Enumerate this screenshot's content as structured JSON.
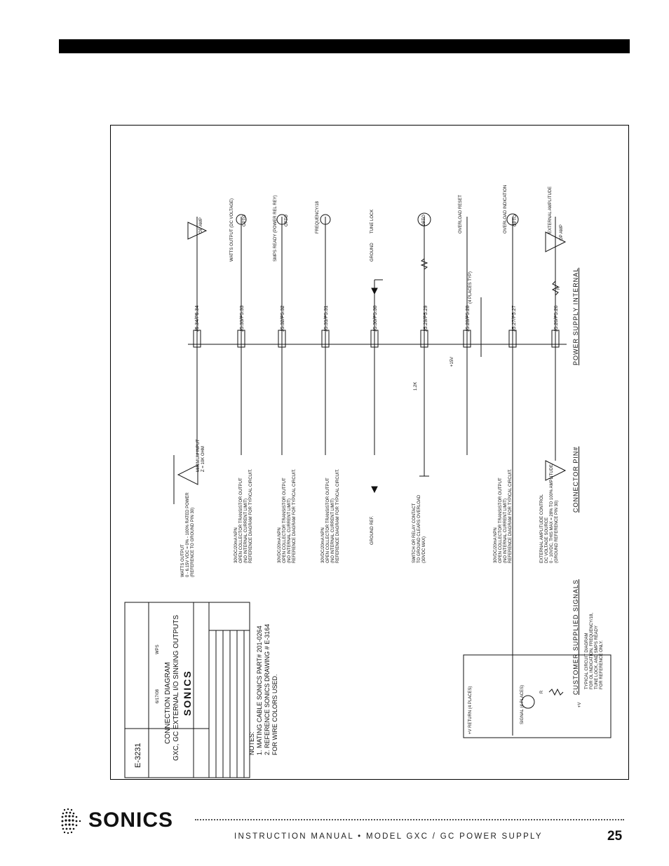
{
  "diagram": {
    "headers": {
      "power_supply_internal": "POWER SUPPLY INTERNAL",
      "connector_pin": "CONNECTOR PIN#",
      "customer_supplied": "CUSTOMER SUPPLIED SIGNALS"
    },
    "internal_signals": [
      {
        "label": "EXTERNAL AMPLITUDE",
        "component": "OP AMP",
        "pin": "J5.26/P5.26"
      },
      {
        "label": "OVERLOAD INDICATION",
        "component": "OPTO",
        "pin": "J5.27/P5.27"
      },
      {
        "label": "OVERLOAD RESET",
        "component": "+15V",
        "pin": "J5.28/P5.28"
      },
      {
        "label": "",
        "component": "1.2K",
        "pin": "J5.29/P5.29"
      },
      {
        "label": "GROUND",
        "component": "",
        "pin": "J5.30/P5.30"
      },
      {
        "label": "TUNE LOCK",
        "component": "OPTO",
        "pin": "J5.31/P5.31"
      },
      {
        "label": "FREQUENCY/18",
        "component": "OPTO",
        "pin": "J5.32/P5.32"
      },
      {
        "label": "SMPS READY (POWER REL REY)",
        "component": "OPTO",
        "pin": "J5.33/P5.33"
      },
      {
        "label": "WATTS OUTPUT (DC VOLTAGE)",
        "component": "OP AMP",
        "pin": "J5.34/P5.34"
      }
    ],
    "resistor_r": "R",
    "places_label": "(4 PLACES TYP)",
    "customer_notes": [
      [
        "EXTERNAL AMPLITUDE CONTROL",
        "DC VOLTAGE SOURCE",
        "0 - 10VDC, THIS MAX = 28% TO 100% AMPLITUDE",
        "(GROUND REFERENCE PIN 30)"
      ],
      [
        "30VDC/20mA NPN",
        "OPEN COLLECTOR TRANSISTOR OUTPUT",
        "(NO INTERNAL CURRENT LIMIT)",
        "REFERENCE DIAGRAM FOR TYPICAL CIRCUIT."
      ],
      [
        "SWITCH OR RELAY CONTACT",
        "TO GROUND CLEARS OVERLOAD",
        "(30VDC MAX)"
      ],
      [
        "GROUND REF."
      ],
      [
        "30VDC/20mA NPN",
        "OPEN COLLECTOR TRANSISTOR OUTPUT",
        "(NO INTERNAL CURRENT LIMIT)",
        "REFERENCE DIAGRAM FOR TYPICAL CIRCUIT."
      ],
      [
        "30VDC/20mA NPN",
        "OPEN COLLECTOR TRANSISTOR OUTPUT",
        "(NO INTERNAL CURRENT LIMIT)",
        "REFERENCE DIAGRAM FOR TYPICAL CIRCUIT."
      ],
      [
        "30VDC/20mA NPN",
        "OPEN COLLECTOR TRANSISTOR OUTPUT",
        "(NO INTERNAL CURRENT LIMIT)",
        "REFERENCE DIAGRAM FOR TYPICAL CIRCUIT."
      ],
      [
        "WATTS OUTPUT",
        "0 - 6.15V VDC = 0% - 100% RATED POWER",
        "(REFERENCE TO GROUND PIN 30)"
      ]
    ],
    "min_input": [
      "MINIMUM INPUT",
      "Z = 10K OHM"
    ],
    "typical_circuit": {
      "title": [
        "TYPICAL CIRCUIT DIAGRAM",
        "FOR OL INDICATION, FREQUENCY/18,",
        "TUNE LOCK, AND SMPS READY",
        "FOR REFERENCE ONLY."
      ],
      "plus_v": "+V",
      "r_label": "R",
      "signal": "SIGNAL (4 PLACES)",
      "return": "+V RETURN (4 PLACES)"
    },
    "notes": {
      "heading": "NOTES:",
      "items": [
        "1. MATING CABLE SONICS PART# 201-0264",
        "2. REFERENCE SONICS DRAWING # E-3164",
        "FOR WIRE COLORS USED."
      ]
    },
    "title_block": {
      "logo": "SONICS",
      "title_line1": "GXC, GC EXTERNAL I/O SINKING OUTPUTS",
      "title_line2": "CONNECTION DIAGRAM",
      "drawn_by": "WPS",
      "date": "6/17/08",
      "drawing_no": "E-3231"
    }
  },
  "footer": {
    "logo": "SONICS",
    "manual_text": "INSTRUCTION MANUAL • MODEL GXC / GC POWER SUPPLY",
    "page_number": "25"
  }
}
